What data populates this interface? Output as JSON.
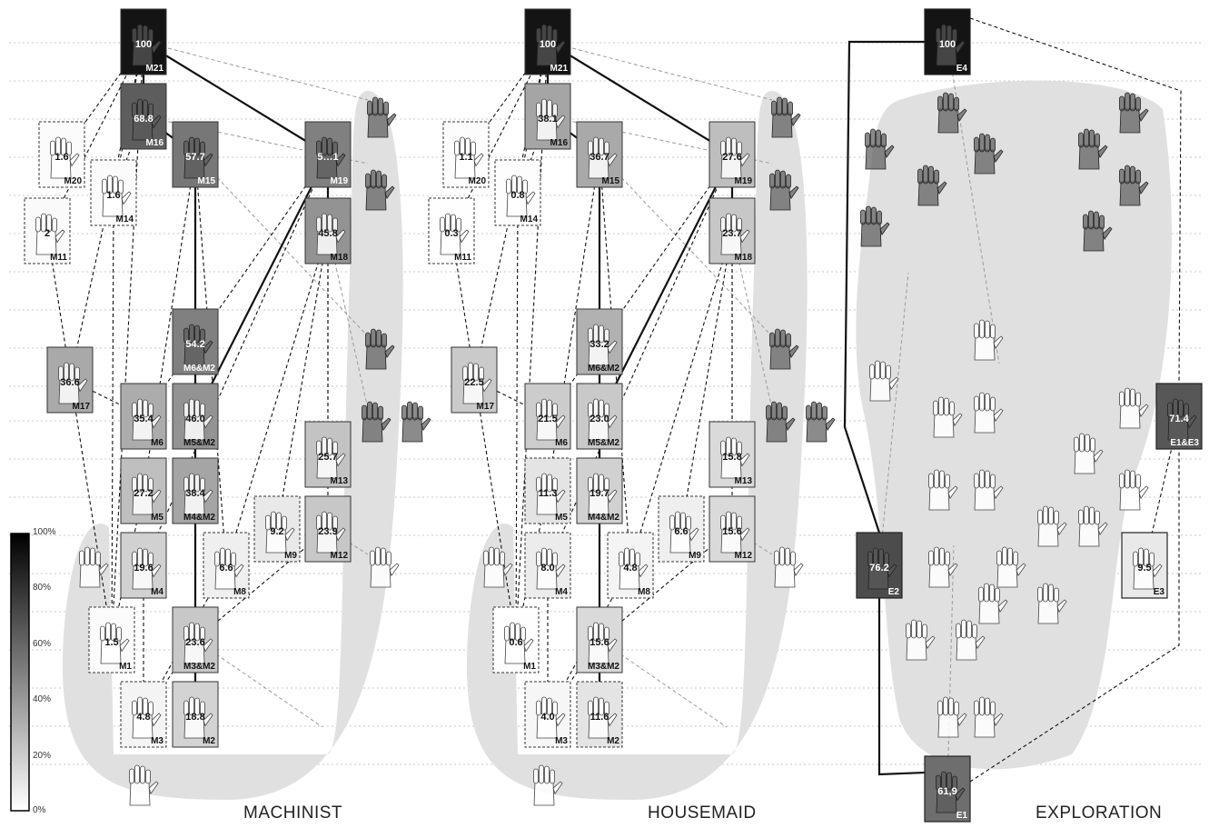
{
  "scale": {
    "labels": [
      "100%",
      "80%",
      "60%",
      "40%",
      "20%",
      "0%"
    ]
  },
  "panels": [
    {
      "title": "MACHINIST",
      "nodes": [
        {
          "id": "M21",
          "label": "M21",
          "value": "100",
          "level": 100
        },
        {
          "id": "M16",
          "label": "M16",
          "value": "68.8",
          "level": 68.8
        },
        {
          "id": "M15",
          "label": "M15",
          "value": "57.7",
          "level": 57.7
        },
        {
          "id": "M19",
          "label": "M19",
          "value": "5…1",
          "level": 54.1
        },
        {
          "id": "M18",
          "label": "M18",
          "value": "45.8",
          "level": 45.8
        },
        {
          "id": "M20",
          "label": "M20",
          "value": "1.6",
          "level": 1.6
        },
        {
          "id": "M14",
          "label": "M14",
          "value": "1.6",
          "level": 1.6
        },
        {
          "id": "M11",
          "label": "M11",
          "value": "2",
          "level": 2
        },
        {
          "id": "M6M2",
          "label": "M6&M2",
          "value": "54.2",
          "level": 54.2
        },
        {
          "id": "M17",
          "label": "M17",
          "value": "36.6",
          "level": 36.6
        },
        {
          "id": "M6",
          "label": "M6",
          "value": "35.4",
          "level": 35.4
        },
        {
          "id": "M5M2",
          "label": "M5&M2",
          "value": "46.0",
          "level": 46
        },
        {
          "id": "M5",
          "label": "M5",
          "value": "27.2",
          "level": 27.2
        },
        {
          "id": "M4M2",
          "label": "M4&M2",
          "value": "38.4",
          "level": 38.4
        },
        {
          "id": "M13",
          "label": "M13",
          "value": "25.7",
          "level": 25.7
        },
        {
          "id": "M9",
          "label": "M9",
          "value": "9.2",
          "level": 9.2
        },
        {
          "id": "M12",
          "label": "M12",
          "value": "23.9",
          "level": 23.9
        },
        {
          "id": "M4",
          "label": "M4",
          "value": "19.6",
          "level": 19.6
        },
        {
          "id": "M8",
          "label": "M8",
          "value": "6.6",
          "level": 6.6
        },
        {
          "id": "M1",
          "label": "M1",
          "value": "1.5",
          "level": 1.5
        },
        {
          "id": "M3M2",
          "label": "M3&M2",
          "value": "23.6",
          "level": 23.6
        },
        {
          "id": "M3",
          "label": "M3",
          "value": "4.8",
          "level": 4.8
        },
        {
          "id": "M2",
          "label": "M2",
          "value": "18.8",
          "level": 18.8
        }
      ]
    },
    {
      "title": "HOUSEMAID",
      "nodes": [
        {
          "id": "M21",
          "label": "M21",
          "value": "100",
          "level": 100
        },
        {
          "id": "M16",
          "label": "M16",
          "value": "38.1",
          "level": 38.1
        },
        {
          "id": "M15",
          "label": "M15",
          "value": "36.7",
          "level": 36.7
        },
        {
          "id": "M19",
          "label": "M19",
          "value": "27.6",
          "level": 27.6
        },
        {
          "id": "M18",
          "label": "M18",
          "value": "23.7",
          "level": 23.7
        },
        {
          "id": "M20",
          "label": "M20",
          "value": "1.1",
          "level": 1.1
        },
        {
          "id": "M14",
          "label": "M14",
          "value": "0.8",
          "level": 0.8
        },
        {
          "id": "M11",
          "label": "M11",
          "value": "0.3",
          "level": 0.3
        },
        {
          "id": "M6M2",
          "label": "M6&M2",
          "value": "33.2",
          "level": 33.2
        },
        {
          "id": "M17",
          "label": "M17",
          "value": "22.5",
          "level": 22.5
        },
        {
          "id": "M6",
          "label": "M6",
          "value": "21.5",
          "level": 21.5
        },
        {
          "id": "M5M2",
          "label": "M5&M2",
          "value": "23.0",
          "level": 23
        },
        {
          "id": "M5",
          "label": "M5",
          "value": "11.3",
          "level": 11.3
        },
        {
          "id": "M4M2",
          "label": "M4&M2",
          "value": "19.7",
          "level": 19.7
        },
        {
          "id": "M13",
          "label": "M13",
          "value": "15.8",
          "level": 15.8
        },
        {
          "id": "M9",
          "label": "M9",
          "value": "6.6",
          "level": 6.6
        },
        {
          "id": "M12",
          "label": "M12",
          "value": "15.6",
          "level": 15.6
        },
        {
          "id": "M4",
          "label": "M4",
          "value": "8.0",
          "level": 8
        },
        {
          "id": "M8",
          "label": "M8",
          "value": "4.8",
          "level": 4.8
        },
        {
          "id": "M1",
          "label": "M1",
          "value": "0.6",
          "level": 0.6
        },
        {
          "id": "M3M2",
          "label": "M3&M2",
          "value": "15.6",
          "level": 15.6
        },
        {
          "id": "M3",
          "label": "M3",
          "value": "4.0",
          "level": 4
        },
        {
          "id": "M2",
          "label": "M2",
          "value": "11.6",
          "level": 11.6
        }
      ]
    },
    {
      "title": "EXPLORATION",
      "nodes": [
        {
          "id": "E4",
          "label": "E4",
          "value": "100",
          "level": 100
        },
        {
          "id": "E1E3",
          "label": "E1&E3",
          "value": "71.4",
          "level": 71.4
        },
        {
          "id": "E2",
          "label": "E2",
          "value": "76.2",
          "level": 76.2
        },
        {
          "id": "E3",
          "label": "E3",
          "value": "9.5",
          "level": 9.5
        },
        {
          "id": "E1",
          "label": "E1",
          "value": "61,9",
          "level": 61.9
        }
      ]
    }
  ]
}
